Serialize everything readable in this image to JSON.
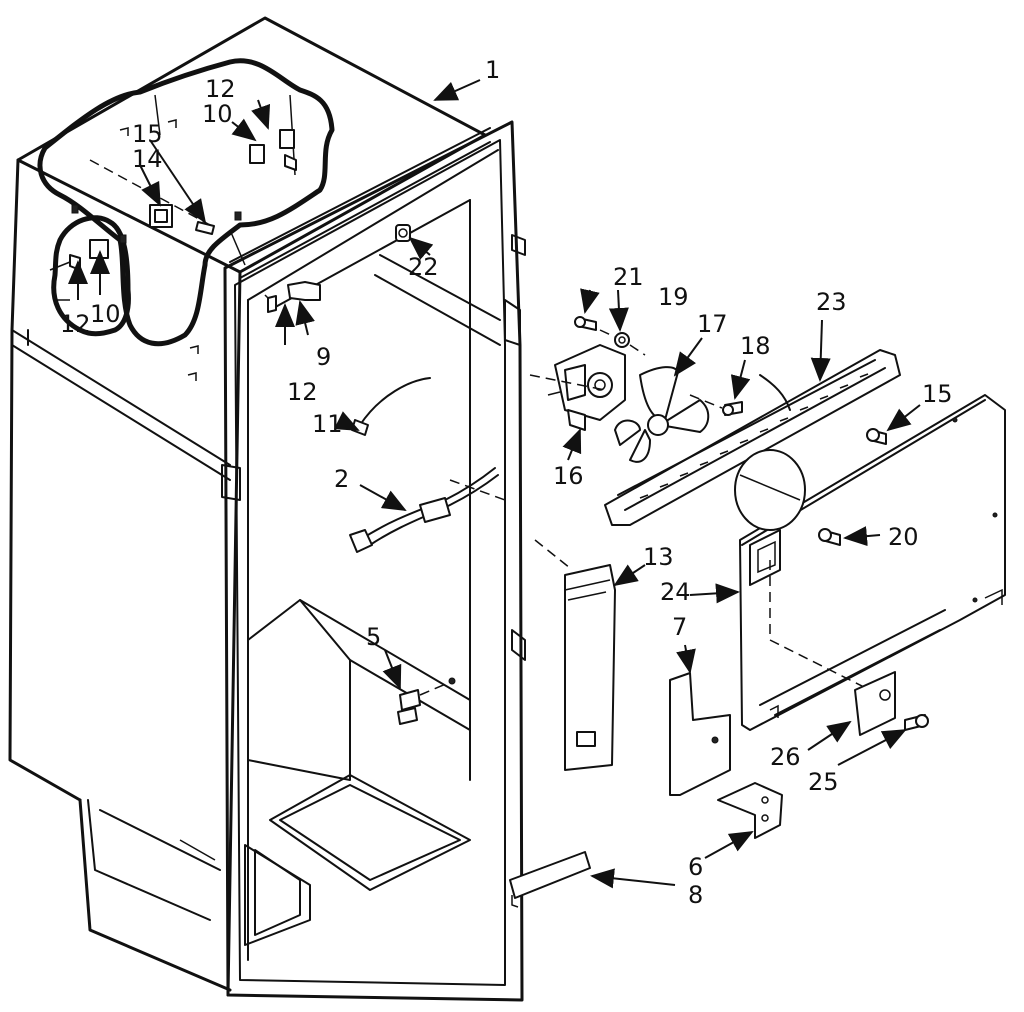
{
  "callouts": {
    "c1": "1",
    "c2": "2",
    "c5": "5",
    "c6": "6",
    "c7": "7",
    "c8": "8",
    "c9": "9",
    "c10a": "10",
    "c10b": "10",
    "c11": "11",
    "c12a": "12",
    "c12b": "12",
    "c12c": "12",
    "c13": "13",
    "c14": "14",
    "c15a": "15",
    "c15b": "15",
    "c16": "16",
    "c17": "17",
    "c18": "18",
    "c19": "19",
    "c20": "20",
    "c21": "21",
    "c22": "22",
    "c23": "23",
    "c24": "24",
    "c25": "25",
    "c26": "26"
  }
}
